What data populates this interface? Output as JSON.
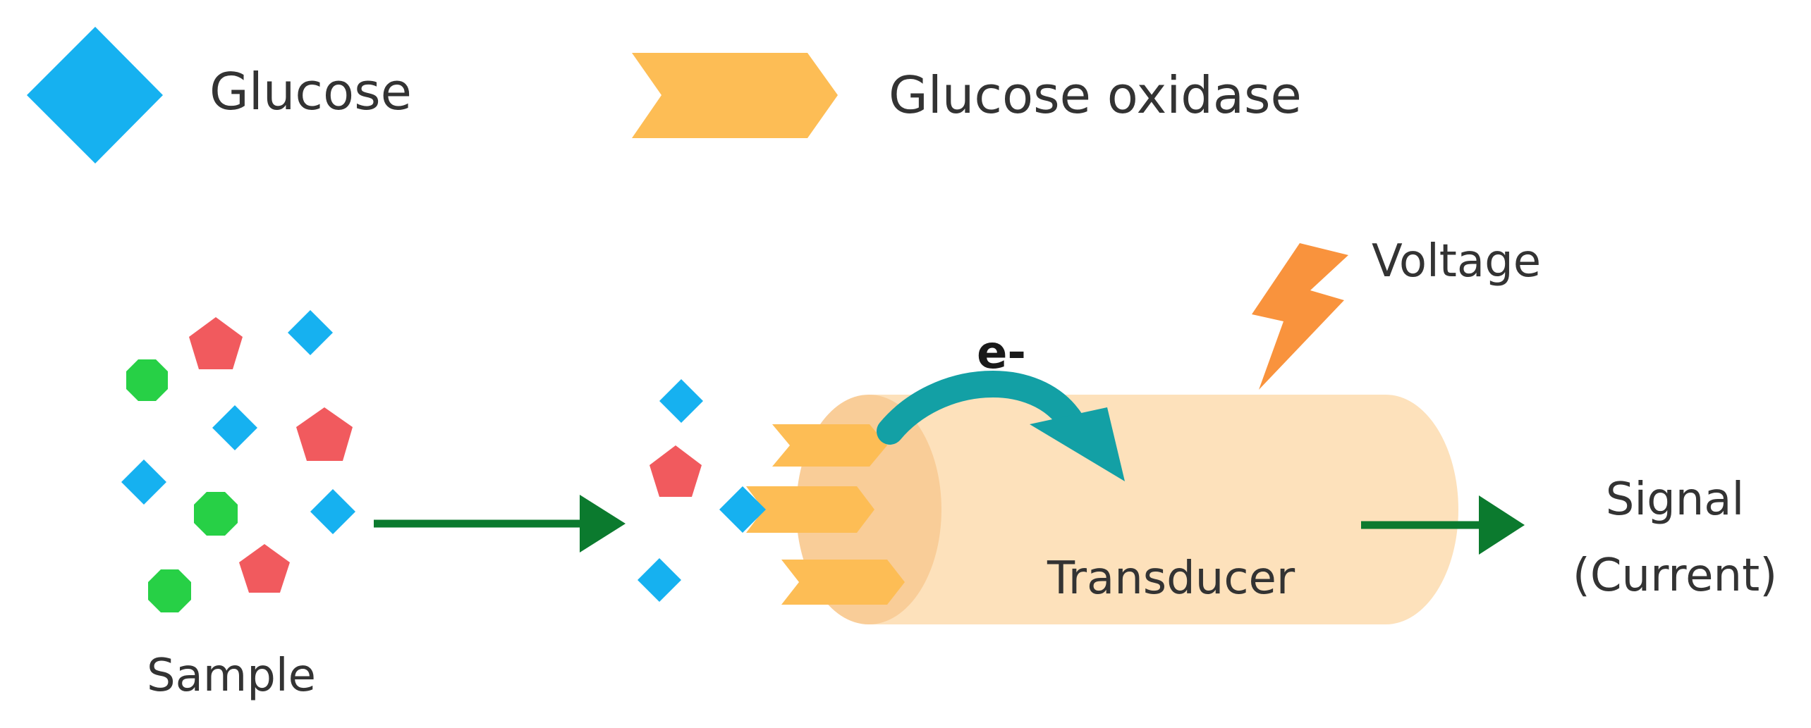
{
  "legend": {
    "glucose_label": "Glucose",
    "enzyme_label": "Glucose oxidase"
  },
  "labels": {
    "sample": "Sample",
    "transducer": "Transducer",
    "voltage": "Voltage",
    "electron": "e-",
    "signal_line1": "Signal",
    "signal_line2": "(Current)"
  },
  "colors": {
    "glucose": "#16b1f0",
    "enzyme": "#fdbd55",
    "pentagon": "#f15a5e",
    "octagon": "#27d046",
    "arrow_green": "#0b7a2e",
    "transducer_body": "#fde1bb",
    "transducer_cap": "#f9cd98",
    "electron_arrow": "#13a0a5",
    "voltage_bolt": "#f9933d"
  }
}
